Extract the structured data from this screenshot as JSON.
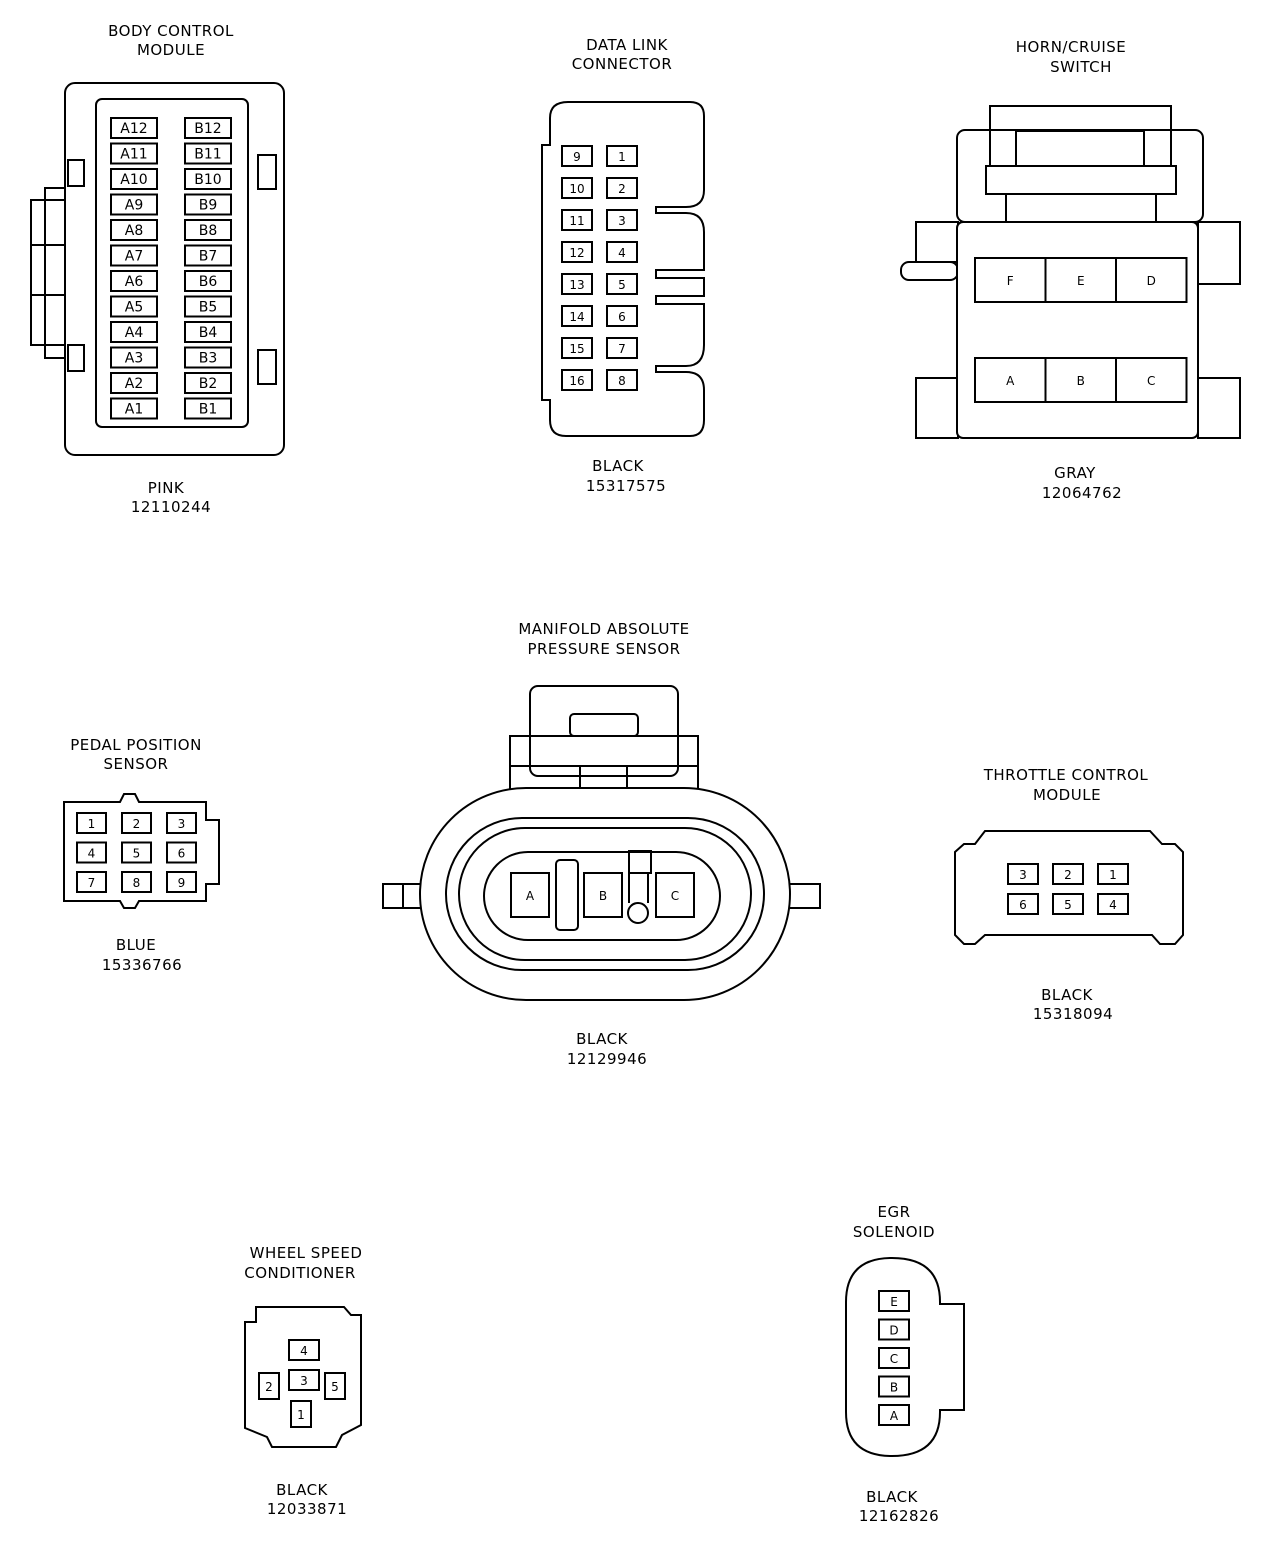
{
  "connectors": {
    "bcm": {
      "title_lines": [
        "BODY CONTROL",
        "MODULE"
      ],
      "color": "PINK",
      "part_number": "12110244",
      "pins_a": [
        "A12",
        "A11",
        "A10",
        "A9",
        "A8",
        "A7",
        "A6",
        "A5",
        "A4",
        "A3",
        "A2",
        "A1"
      ],
      "pins_b": [
        "B12",
        "B11",
        "B10",
        "B9",
        "B8",
        "B7",
        "B6",
        "B5",
        "B4",
        "B3",
        "B2",
        "B1"
      ]
    },
    "dlc": {
      "title_lines": [
        "DATA LINK",
        "CONNECTOR"
      ],
      "color": "BLACK",
      "part_number": "15317575",
      "pins_left": [
        "9",
        "10",
        "11",
        "12",
        "13",
        "14",
        "15",
        "16"
      ],
      "pins_right": [
        "1",
        "2",
        "3",
        "4",
        "5",
        "6",
        "7",
        "8"
      ]
    },
    "horn": {
      "title_lines": [
        "HORN/CRUISE",
        "SWITCH"
      ],
      "color": "GRAY",
      "part_number": "12064762",
      "pins_top": [
        "F",
        "E",
        "D"
      ],
      "pins_bottom": [
        "A",
        "B",
        "C"
      ]
    },
    "map": {
      "title_lines": [
        "MANIFOLD ABSOLUTE",
        "PRESSURE SENSOR"
      ],
      "color": "BLACK",
      "part_number": "12129946",
      "pins": [
        "A",
        "B",
        "C"
      ]
    },
    "pps": {
      "title_lines": [
        "PEDAL POSITION",
        "SENSOR"
      ],
      "color": "BLUE",
      "part_number": "15336766",
      "pins": [
        "1",
        "2",
        "3",
        "4",
        "5",
        "6",
        "7",
        "8",
        "9"
      ]
    },
    "tcm": {
      "title_lines": [
        "THROTTLE CONTROL",
        "MODULE"
      ],
      "color": "BLACK",
      "part_number": "15318094",
      "pins": [
        "3",
        "2",
        "1",
        "6",
        "5",
        "4"
      ]
    },
    "wsc": {
      "title_lines": [
        "WHEEL SPEED",
        "CONDITIONER"
      ],
      "color": "BLACK",
      "part_number": "12033871",
      "pins": [
        "4",
        "2",
        "3",
        "5",
        "1"
      ]
    },
    "egr": {
      "title_lines": [
        "EGR",
        "SOLENOID"
      ],
      "color": "BLACK",
      "part_number": "12162826",
      "pins": [
        "E",
        "D",
        "C",
        "B",
        "A"
      ]
    }
  }
}
